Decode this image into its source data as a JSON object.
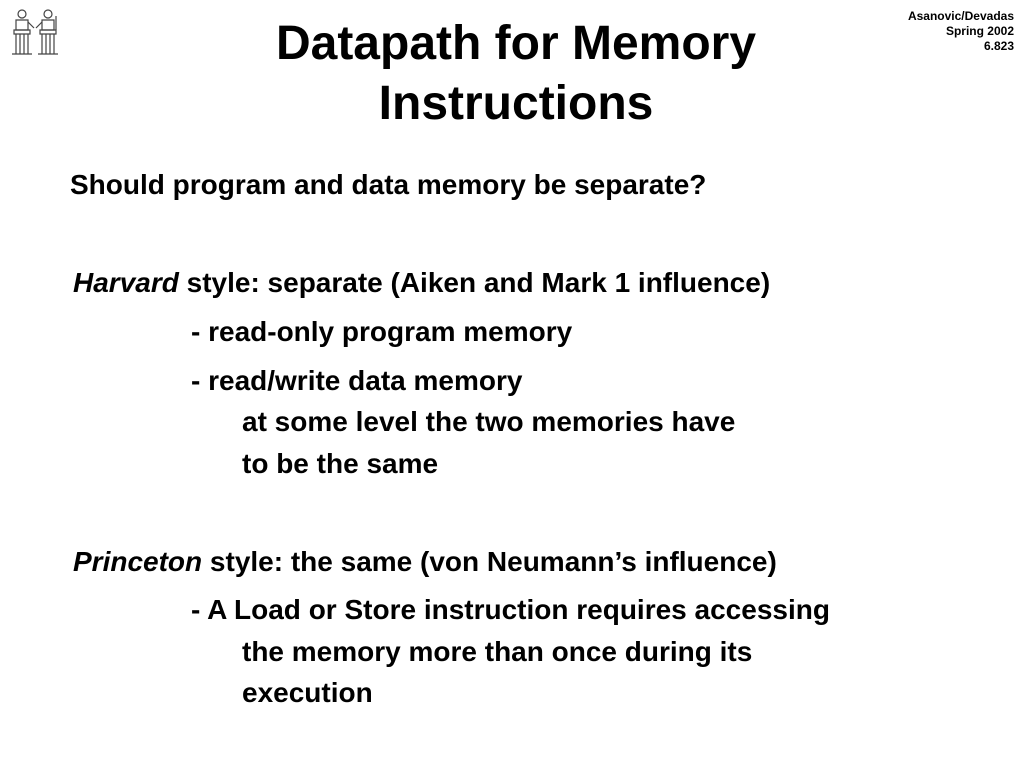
{
  "header": {
    "course_info": [
      "Asanovic/Devadas",
      "Spring 2002",
      "6.823"
    ],
    "title_lines": [
      "Datapath for Memory",
      "Instructions"
    ]
  },
  "body": {
    "question": "Should program and data memory be separate?",
    "harvard": {
      "name": "Harvard",
      "description": " style: separate (Aiken and Mark 1 influence)",
      "points": [
        "- read-only program memory",
        "- read/write data memory"
      ],
      "note_lines": [
        "at some level the two memories have",
        "to be the same"
      ]
    },
    "princeton": {
      "name": "Princeton",
      "description": " style: the same (von Neumann’s influence)",
      "point": "- A Load or Store instruction requires accessing",
      "point_continuation": [
        "the memory more than once during its",
        "execution"
      ]
    }
  }
}
